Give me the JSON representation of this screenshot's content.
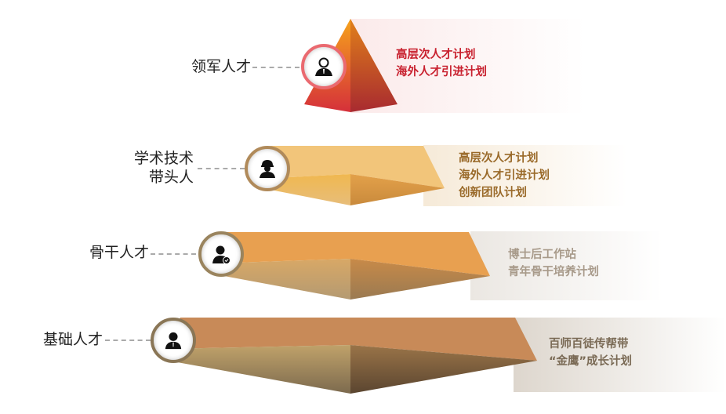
{
  "tiers": [
    {
      "label": "领军人才",
      "icon": "business-person-icon",
      "items": [
        "高层次人才计划",
        "海外人才引进计划"
      ],
      "color": "#c8202e"
    },
    {
      "label_lines": [
        "学术技术",
        "带头人"
      ],
      "icon": "engineer-icon",
      "items": [
        "高层次人才计划",
        "海外人才引进计划",
        "创新团队计划"
      ],
      "color": "#9a6a2a"
    },
    {
      "label": "骨干人才",
      "icon": "verified-person-icon",
      "items": [
        "博士后工作站",
        "青年骨干培养计划"
      ],
      "color": "#a89a8a"
    },
    {
      "label": "基础人才",
      "icon": "person-icon",
      "items": [
        "百师百徒传帮带",
        "“金鹰”成长计划"
      ],
      "color": "#7a6a55"
    }
  ]
}
